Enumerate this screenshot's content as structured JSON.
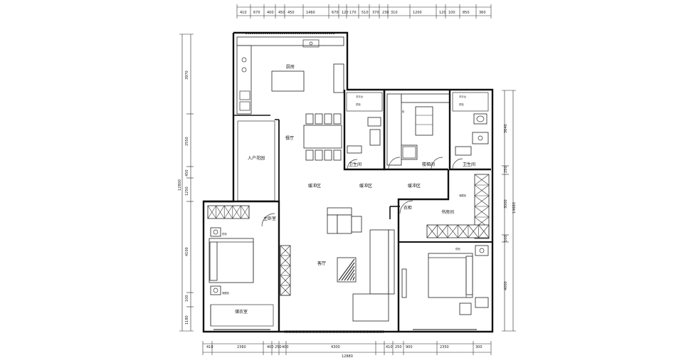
{
  "rooms": {
    "kitchen": "厨房",
    "dining": "餐厅",
    "entry_hall": "入户花园",
    "buffer_1": "缓冲区",
    "buffer_2": "缓冲区",
    "buffer_3": "缓冲区",
    "bath_left": "卫生间",
    "bath_right": "卫生间",
    "stair": "楼梯间",
    "closet_a": "衣柜",
    "master": "主卧室",
    "study_room": "书房间",
    "living": "客厅",
    "cloakroom": "储衣室"
  },
  "dimensions": {
    "top": [
      "410",
      "670",
      "400",
      "450",
      "450",
      "1460",
      "670",
      "120",
      "170",
      "510",
      "370",
      "230",
      "310",
      "1200",
      "120",
      "100",
      "850",
      "360"
    ],
    "bottom": [
      "410",
      "2360",
      "400",
      "250",
      "400",
      "4300",
      "410",
      "250",
      "900",
      "2350",
      "300"
    ],
    "bottom_total": "12880",
    "left": [
      "3970",
      "2550",
      "450",
      "1250",
      "4100",
      "100",
      "1180"
    ],
    "left_total": "12800",
    "right": [
      "3640",
      "250",
      "3000",
      "100",
      "4000"
    ],
    "right_total": "14680"
  },
  "annotations": {
    "wardrobe": "储藏柜",
    "cabinet": "柜",
    "washbasin": "洗手台",
    "mirror": "镜柜"
  }
}
